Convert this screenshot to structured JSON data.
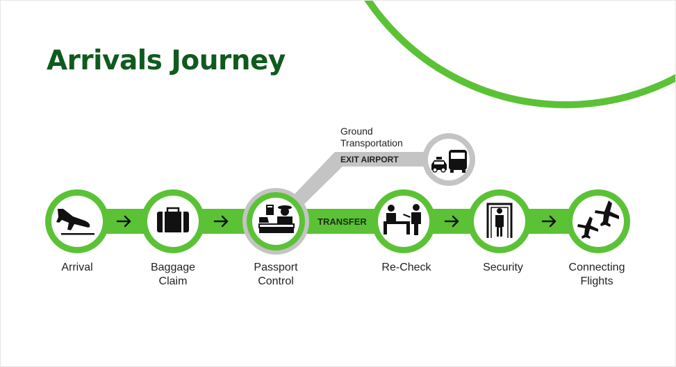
{
  "title": "Arrivals Journey",
  "colors": {
    "accent_green": "#5bc236",
    "dark_green": "#0f5a1e",
    "grey": "#c4c4c4",
    "icon": "#111111"
  },
  "steps": [
    {
      "id": "arrival",
      "label_lines": [
        "Arrival"
      ],
      "icon": "landing-plane-icon"
    },
    {
      "id": "baggage-claim",
      "label_lines": [
        "Baggage",
        "Claim"
      ],
      "icon": "suitcase-icon"
    },
    {
      "id": "passport-control",
      "label_lines": [
        "Passport",
        "Control"
      ],
      "icon": "passport-officer-icon"
    },
    {
      "id": "re-check",
      "label_lines": [
        "Re-Check"
      ],
      "icon": "check-in-desk-icon"
    },
    {
      "id": "security",
      "label_lines": [
        "Security"
      ],
      "icon": "body-scanner-icon"
    },
    {
      "id": "connecting-flights",
      "label_lines": [
        "Connecting",
        "Flights"
      ],
      "icon": "connecting-planes-icon"
    }
  ],
  "branch": {
    "label_lines": [
      "Ground",
      "Transportation"
    ],
    "exit_label": "EXIT AIRPORT",
    "icon": "taxi-and-bus-icon"
  },
  "transfer_label": "TRANSFER",
  "arrow_icon": "right-arrow-icon"
}
